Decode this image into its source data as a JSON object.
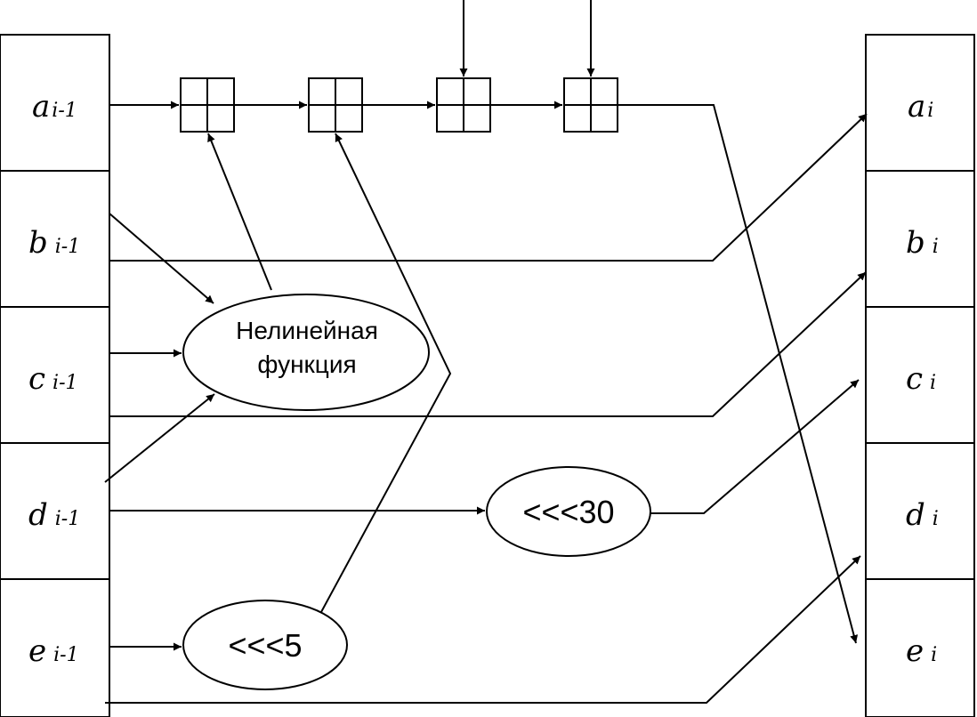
{
  "left_registers": [
    {
      "letter": "a",
      "sub": "i-1"
    },
    {
      "letter": "b",
      "sub": "i-1"
    },
    {
      "letter": "c",
      "sub": "i-1"
    },
    {
      "letter": "d",
      "sub": "i-1"
    },
    {
      "letter": "e",
      "sub": "i-1"
    }
  ],
  "right_registers": [
    {
      "letter": "a",
      "sub": "i"
    },
    {
      "letter": "b",
      "sub": "i"
    },
    {
      "letter": "c",
      "sub": "i"
    },
    {
      "letter": "d",
      "sub": "i"
    },
    {
      "letter": "e",
      "sub": "i"
    }
  ],
  "nonlinear_function": {
    "line1": "Нелинейная",
    "line2": "функция"
  },
  "rotate_30": "<<<30",
  "rotate_5": "<<<5"
}
